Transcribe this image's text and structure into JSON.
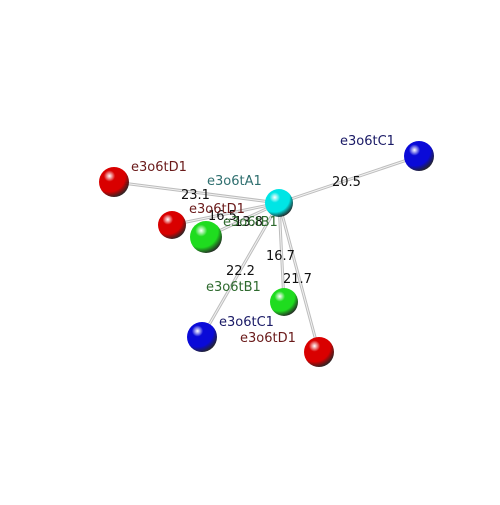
{
  "colors": {
    "background": "#ffffff",
    "bond": "#bdbdbd",
    "A": "#00e5e5",
    "B": "#1fdc1f",
    "C": "#0a0ad8",
    "D": "#d90000",
    "label_A": "#2f6f6f",
    "label_B": "#2e6a2e",
    "label_C": "#1a1a66",
    "label_D": "#6a1a1a",
    "distance": "#111111"
  },
  "atoms": [
    {
      "id": "center",
      "label": "e3o6tA1",
      "type": "A"
    },
    {
      "id": "c1-right",
      "label": "e3o6tC1",
      "type": "C"
    },
    {
      "id": "d1-left",
      "label": "e3o6tD1",
      "type": "D"
    },
    {
      "id": "d1-mid",
      "label": "e3o6tD1",
      "type": "D"
    },
    {
      "id": "b1-upper",
      "label": "e3o6tB1",
      "type": "B"
    },
    {
      "id": "b1-lower",
      "label": "e3o6tB1",
      "type": "B"
    },
    {
      "id": "c1-bottom",
      "label": "e3o6tC1",
      "type": "C"
    },
    {
      "id": "d1-bottom",
      "label": "e3o6tD1",
      "type": "D"
    }
  ],
  "bonds": [
    {
      "from": "center",
      "to": "c1-right",
      "distance": "20.5"
    },
    {
      "from": "center",
      "to": "d1-left",
      "distance": "23.1"
    },
    {
      "from": "center",
      "to": "d1-mid",
      "distance": "16.5"
    },
    {
      "from": "center",
      "to": "b1-upper",
      "distance": "13.8"
    },
    {
      "from": "center",
      "to": "b1-lower",
      "distance": "16.7"
    },
    {
      "from": "center",
      "to": "c1-bottom",
      "distance": "22.2"
    },
    {
      "from": "center",
      "to": "d1-bottom",
      "distance": "21.7"
    }
  ]
}
